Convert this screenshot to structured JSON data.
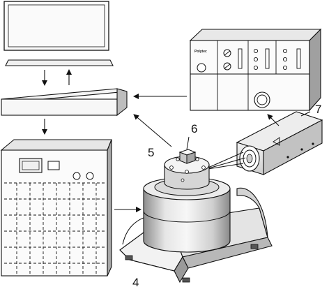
{
  "labels": {
    "item_4": "4",
    "item_5": "5",
    "item_6": "6",
    "item_7": "7"
  },
  "controller": {
    "brand": "Polytec"
  },
  "colors": {
    "line": "#111111",
    "face_light": "#f4f4f4",
    "face_mid": "#d9d9d9",
    "face_dark": "#9a9a9a"
  }
}
